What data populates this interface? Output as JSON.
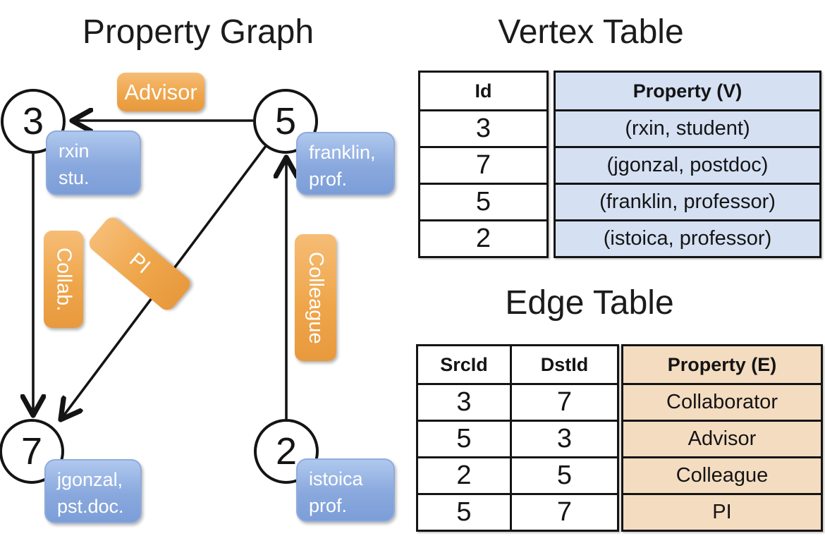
{
  "graph_panel": {
    "title": "Property Graph",
    "nodes": [
      {
        "id": "3",
        "prop_line1": "rxin",
        "prop_line2": "stu."
      },
      {
        "id": "5",
        "prop_line1": "franklin,",
        "prop_line2": "prof."
      },
      {
        "id": "7",
        "prop_line1": "jgonzal,",
        "prop_line2": "pst.doc."
      },
      {
        "id": "2",
        "prop_line1": "istoica",
        "prop_line2": "prof."
      }
    ],
    "edges": [
      {
        "label": "Advisor",
        "from": "5",
        "to": "3"
      },
      {
        "label": "Collab.",
        "from": "3",
        "to": "7"
      },
      {
        "label": "PI",
        "from": "5",
        "to": "7"
      },
      {
        "label": "Colleague",
        "from": "2",
        "to": "5"
      }
    ]
  },
  "vertex_table": {
    "title": "Vertex Table",
    "columns": {
      "id": "Id",
      "property": "Property (V)"
    },
    "rows": [
      {
        "id": "3",
        "property": "(rxin, student)"
      },
      {
        "id": "7",
        "property": "(jgonzal, postdoc)"
      },
      {
        "id": "5",
        "property": "(franklin, professor)"
      },
      {
        "id": "2",
        "property": "(istoica, professor)"
      }
    ]
  },
  "edge_table": {
    "title": "Edge Table",
    "columns": {
      "src": "SrcId",
      "dst": "DstId",
      "property": "Property (E)"
    },
    "rows": [
      {
        "src": "3",
        "dst": "7",
        "property": "Collaborator"
      },
      {
        "src": "5",
        "dst": "3",
        "property": "Advisor"
      },
      {
        "src": "2",
        "dst": "5",
        "property": "Colleague"
      },
      {
        "src": "5",
        "dst": "7",
        "property": "PI"
      }
    ]
  },
  "colors": {
    "edge_label_orange": "#EFA64B",
    "node_property_blue": "#89A8DD",
    "vertex_cell_blue": "#D5E0F3",
    "edge_cell_orange": "#F4DCC1",
    "line_black": "#141414"
  }
}
